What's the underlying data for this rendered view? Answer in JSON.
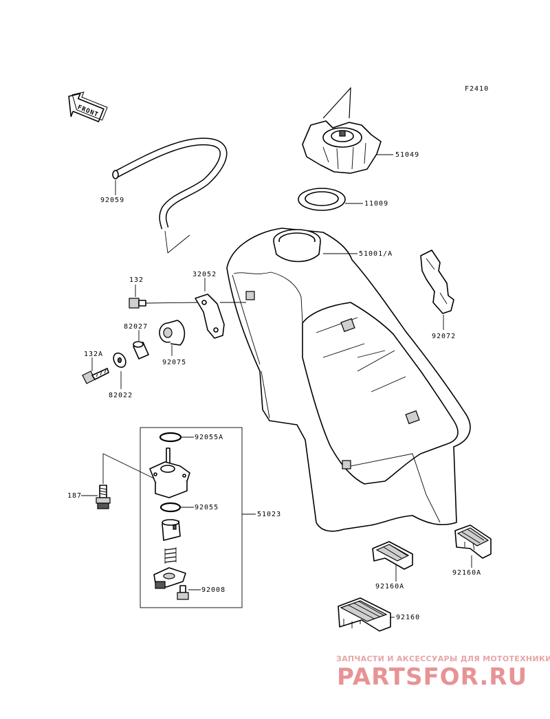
{
  "figure_code": "F2410",
  "front_label": "FRONT",
  "parts": {
    "p51049": "51049",
    "p11009": "11009",
    "p92059": "92059",
    "p51001A": "51001/A",
    "p92072": "92072",
    "p132": "132",
    "p32052": "32052",
    "p82027": "82027",
    "p132A": "132A",
    "p92075": "92075",
    "p82022": "82022",
    "p92055A": "92055A",
    "p187": "187",
    "p92055": "92055",
    "p51023": "51023",
    "p92008": "92008",
    "p92160A_1": "92160A",
    "p92160A_2": "92160A",
    "p92160": "92160"
  },
  "watermark": {
    "tagline": "ЗАПЧАСТИ И АКСЕССУАРЫ ДЛЯ МОТОТЕХНИКИ",
    "logo": "PARTSFOR.RU"
  },
  "colors": {
    "watermark": "#e79395",
    "line": "#000000",
    "background": "#ffffff"
  }
}
